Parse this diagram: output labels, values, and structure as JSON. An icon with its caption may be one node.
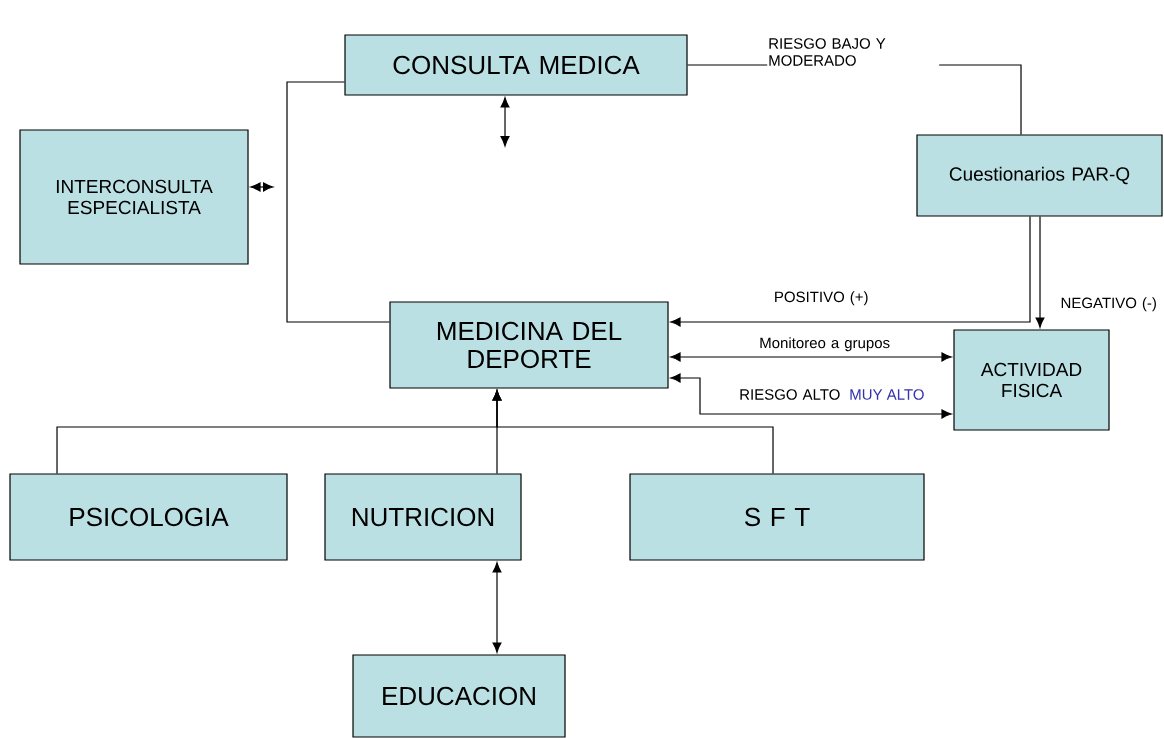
{
  "diagram": {
    "nodes": [
      {
        "text": [
          "CONSULTA MEDICA"
        ]
      },
      {
        "text": [
          "INTERCONSULTA ESPECIALISTA"
        ]
      },
      {
        "text": [
          "Cuestionarios PAR-Q"
        ]
      },
      {
        "text": [
          "MEDICINA DEL DEPORTE"
        ]
      },
      {
        "text": [
          "ACTIVIDAD FISICA"
        ]
      },
      {
        "text": [
          "PSICOLOGIA"
        ]
      },
      {
        "text": [
          "NUTRICION"
        ]
      },
      {
        "text": [
          "S F T"
        ]
      },
      {
        "text": [
          "EDUCACION"
        ]
      }
    ],
    "edges": [
      {
        "from": 0,
        "to": 2,
        "arrow": "none",
        "label": "RIESGO BAJO Y MODERADO"
      },
      {
        "from": 0,
        "to": 3,
        "arrow": "none"
      },
      {
        "from": 2,
        "to": 4,
        "arrow": "to",
        "label": "NEGATIVO (-)"
      },
      {
        "from": 2,
        "to": 3,
        "arrow": "to",
        "label": "POSITIVO (+)"
      },
      {
        "from": 3,
        "to": 4,
        "arrow": "both",
        "label": "Monitoreo a grupos"
      },
      {
        "from": 3,
        "to": 4,
        "arrow": "both",
        "label": "RIESGO ALTO"
      },
      {
        "from": null,
        "to": 0,
        "arrow": "both"
      },
      {
        "from": 1,
        "to": null,
        "arrow": "both"
      },
      {
        "from": 5,
        "to": 3,
        "arrow": "to"
      },
      {
        "from": 6,
        "to": 3,
        "arrow": "to"
      },
      {
        "from": 7,
        "to": 3,
        "arrow": "to"
      },
      {
        "from": 6,
        "to": 8,
        "arrow": "both"
      }
    ],
    "labels": [
      "MUY ALTO"
    ]
  }
}
